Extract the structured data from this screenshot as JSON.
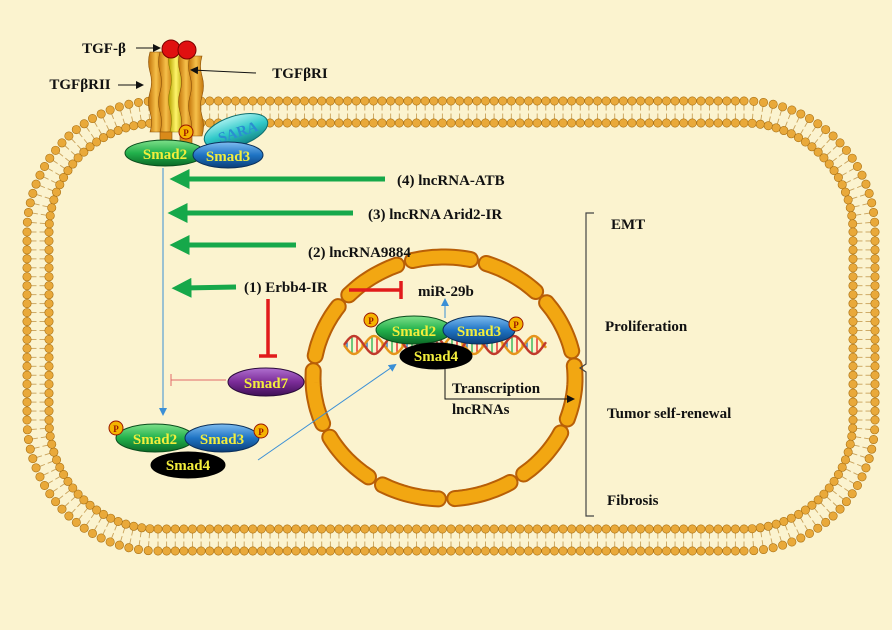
{
  "labels": {
    "tgf_beta": "TGF-β",
    "tgfbrii": "TGFβRII",
    "tgfbri": "TGFβRI",
    "sara": "SARA",
    "phospho": "P",
    "lnc4": "(4)  lncRNA-ATB",
    "lnc3": "(3)  lncRNA Arid2-IR",
    "lnc2": "(2)  lncRNA9884",
    "lnc1": "(1)  Erbb4-IR",
    "mir29b": "miR-29b",
    "smad2": "Smad2",
    "smad3": "Smad3",
    "smad4": "Smad4",
    "smad7": "Smad7",
    "transcription": "Transcription",
    "lncrnas": "lncRNAs"
  },
  "outcomes": [
    "EMT",
    "Proliferation",
    "Tumor self-renewal",
    "Fibrosis"
  ],
  "colors": {
    "background": "#fbf3cf",
    "membrane_head": "#e9a93a",
    "nucleus": "#f2a712",
    "nucleus_outline": "#b85f07",
    "arrow_green": "#16a84a",
    "inhibit_red": "#e11b1b",
    "thin_arrow": "#3a8fd6",
    "smad2": "#22b14c",
    "smad3": "#1f74c4",
    "smad4": "#000000",
    "smad7": "#7b2c98",
    "sara": "#30c9c9",
    "ligand": "#e01010",
    "phospho": "#f5b400"
  }
}
